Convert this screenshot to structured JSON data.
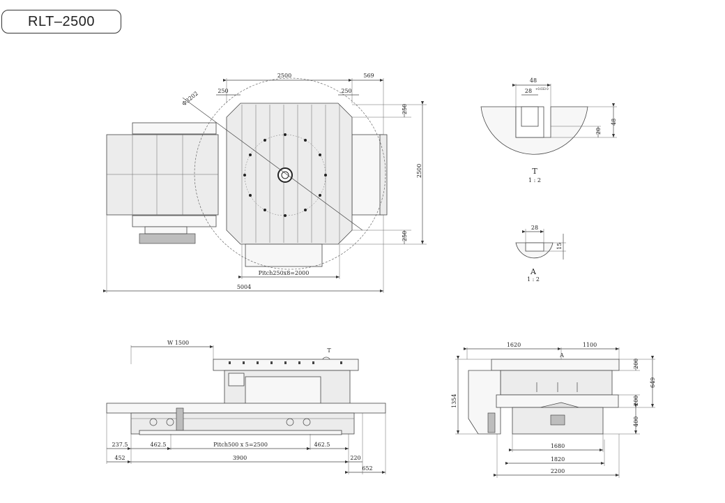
{
  "title": "RLT–2500",
  "top_view": {
    "dim_2500_top": "2500",
    "dim_569": "569",
    "dim_250_left": "250",
    "dim_250_right": "250",
    "dim_phi": "Φ3202",
    "dim_250_side_top": "250",
    "dim_2500_side": "2500",
    "dim_250_side_bottom": "250",
    "dim_pitch": "Pitch250x8=2000",
    "dim_5004": "5004"
  },
  "detail_t": {
    "dim_48_top": "48",
    "dim_28": "28",
    "dim_tol": "+0.033\n0",
    "dim_20": "20",
    "dim_48_side": "48",
    "label": "T",
    "scale": "1 : 2"
  },
  "detail_a": {
    "dim_28": "28",
    "dim_15": "15",
    "label": "A",
    "scale": "1 : 2"
  },
  "front_view": {
    "dim_w1500": "W 1500",
    "label_t": "T",
    "dim_237_5": "237.5",
    "dim_462_5_left": "462.5",
    "dim_pitch": "Pitch500 x 5=2500",
    "dim_462_5_right": "462.5",
    "dim_452": "452",
    "dim_3900": "3900",
    "dim_220": "220",
    "dim_652": "652"
  },
  "side_view": {
    "dim_1620": "1620",
    "dim_1100": "1100",
    "label_a": "A",
    "dim_200_top": "200",
    "dim_649": "649",
    "dim_1354": "1354",
    "dim_200_mid": "200",
    "dim_400": "400",
    "dim_1680": "1680",
    "dim_1820": "1820",
    "dim_2200": "2200"
  }
}
